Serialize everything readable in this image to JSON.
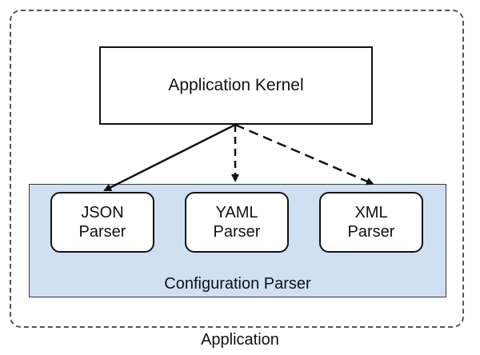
{
  "application": {
    "label": "Application"
  },
  "kernel": {
    "label": "Application Kernel"
  },
  "configuration_parser": {
    "label": "Configuration Parser",
    "fill_color": "#cfe0f3"
  },
  "parsers": [
    {
      "line1": "JSON",
      "line2": "Parser",
      "link": "solid"
    },
    {
      "line1": "YAML",
      "line2": "Parser",
      "link": "dashed"
    },
    {
      "line1": "XML",
      "line2": "Parser",
      "link": "dashed"
    }
  ]
}
